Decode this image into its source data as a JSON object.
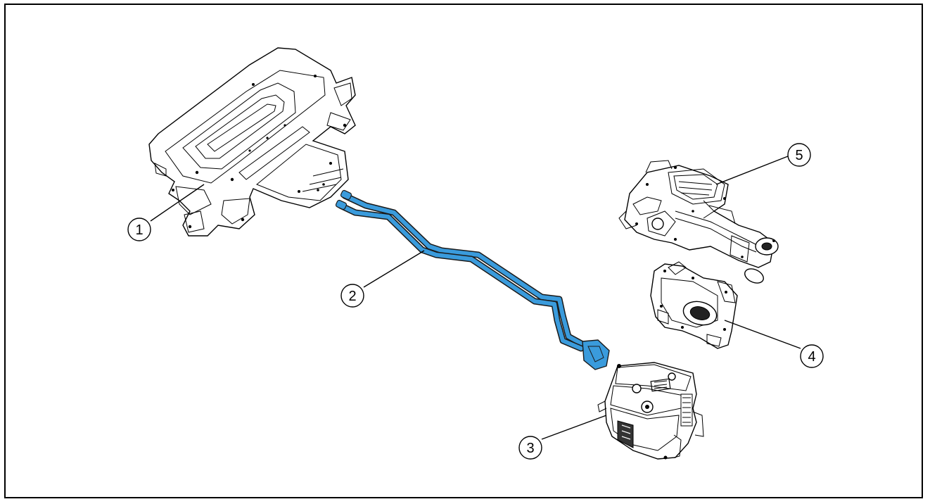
{
  "diagram": {
    "colors": {
      "harness": "#3a9bdc",
      "harness_outline": "#1a1a1a",
      "line": "#000000",
      "background": "#ffffff"
    },
    "callouts": [
      {
        "id": "c1",
        "label": "1"
      },
      {
        "id": "c2",
        "label": "2"
      },
      {
        "id": "c3",
        "label": "3"
      },
      {
        "id": "c4",
        "label": "4"
      },
      {
        "id": "c5",
        "label": "5"
      }
    ]
  }
}
